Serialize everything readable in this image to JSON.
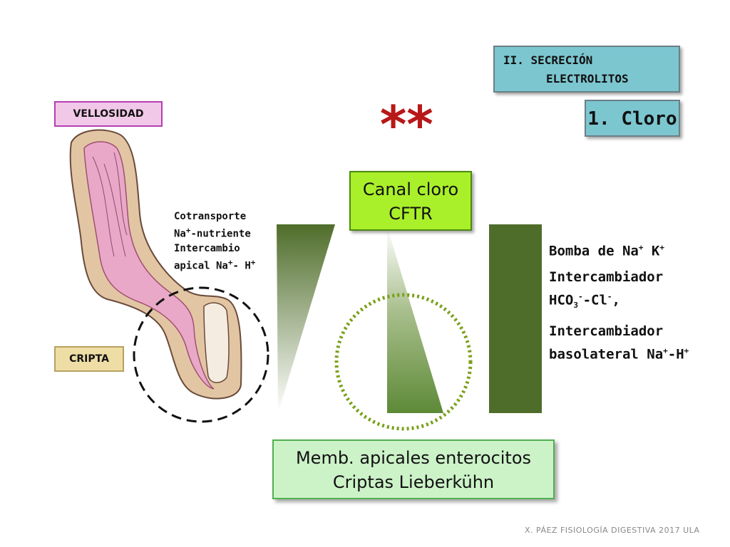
{
  "section": {
    "line1": "II. SECRECIÓN",
    "line2": "ELECTROLITOS"
  },
  "subsection": "1. Cloro",
  "labels": {
    "villus": "VELLOSIDAD",
    "crypt": "CRIPTA"
  },
  "stars": "**",
  "channel": {
    "line1": "Canal cloro",
    "line2": "CFTR"
  },
  "cotransport": {
    "line1": "Cotransporte",
    "line2": "Na",
    "line2_sup": "+",
    "line2_rest": "-nutriente",
    "line3": "Intercambio",
    "line4": "apical Na",
    "line4_sup": "+",
    "line4_rest": "- H",
    "line4_sup2": "+"
  },
  "transporters": {
    "pump": "Bomba de Na",
    "pump_sup1": "+",
    "pump_k": " K",
    "pump_sup2": "+",
    "exch1_l1": "Intercambiador",
    "exch1_l2a": "HCO",
    "exch1_sub": "3",
    "exch1_sup": "-",
    "exch1_l2b": "-Cl",
    "exch1_sup2": "-",
    "exch1_l2c": ",",
    "exch2_l1": "Intercambiador",
    "exch2_l2a": "basolateral Na",
    "exch2_sup1": "+",
    "exch2_l2b": "-H",
    "exch2_sup2": "+"
  },
  "membrane": {
    "line1": "Memb. apicales enterocitos",
    "line2": "Criptas Lieberkühn"
  },
  "footer": "X. PÁEZ   FISIOLOGÍA DIGESTIVA 2017 ULA",
  "colors": {
    "bar_dark": "#4f6d2a",
    "bar_mid": "#5d8a37",
    "pink": "#f2c8e8",
    "tan": "#eedea6",
    "cftr": "#aaf02a"
  }
}
